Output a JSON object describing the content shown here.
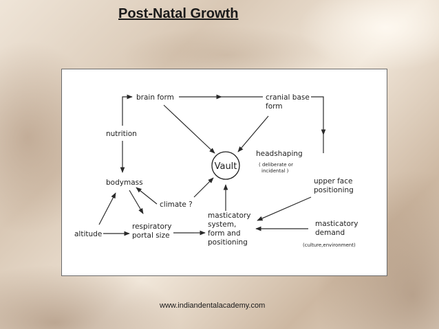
{
  "slide": {
    "title": "Post-Natal Growth",
    "footer": "www.indiandentalacademy.com"
  },
  "diagram": {
    "nodes": {
      "brain_form": "brain form",
      "cranial_base_form": [
        "cranial base",
        "form"
      ],
      "nutrition": "nutrition",
      "vault": "Vault",
      "headshaping": "headshaping",
      "headshaping_note": [
        "( deliberate or",
        "incidental )"
      ],
      "bodymass": "bodymass",
      "upper_face_positioning": [
        "upper face",
        "positioning"
      ],
      "climate": "climate ?",
      "masticatory_system": [
        "masticatory",
        "system,",
        "form and",
        "positioning"
      ],
      "altitude": "altitude",
      "respiratory_portal_size": [
        "respiratory",
        "portal size"
      ],
      "masticatory_demand": [
        "masticatory",
        "demand"
      ],
      "masticatory_demand_note": "(culture,environment)"
    }
  }
}
